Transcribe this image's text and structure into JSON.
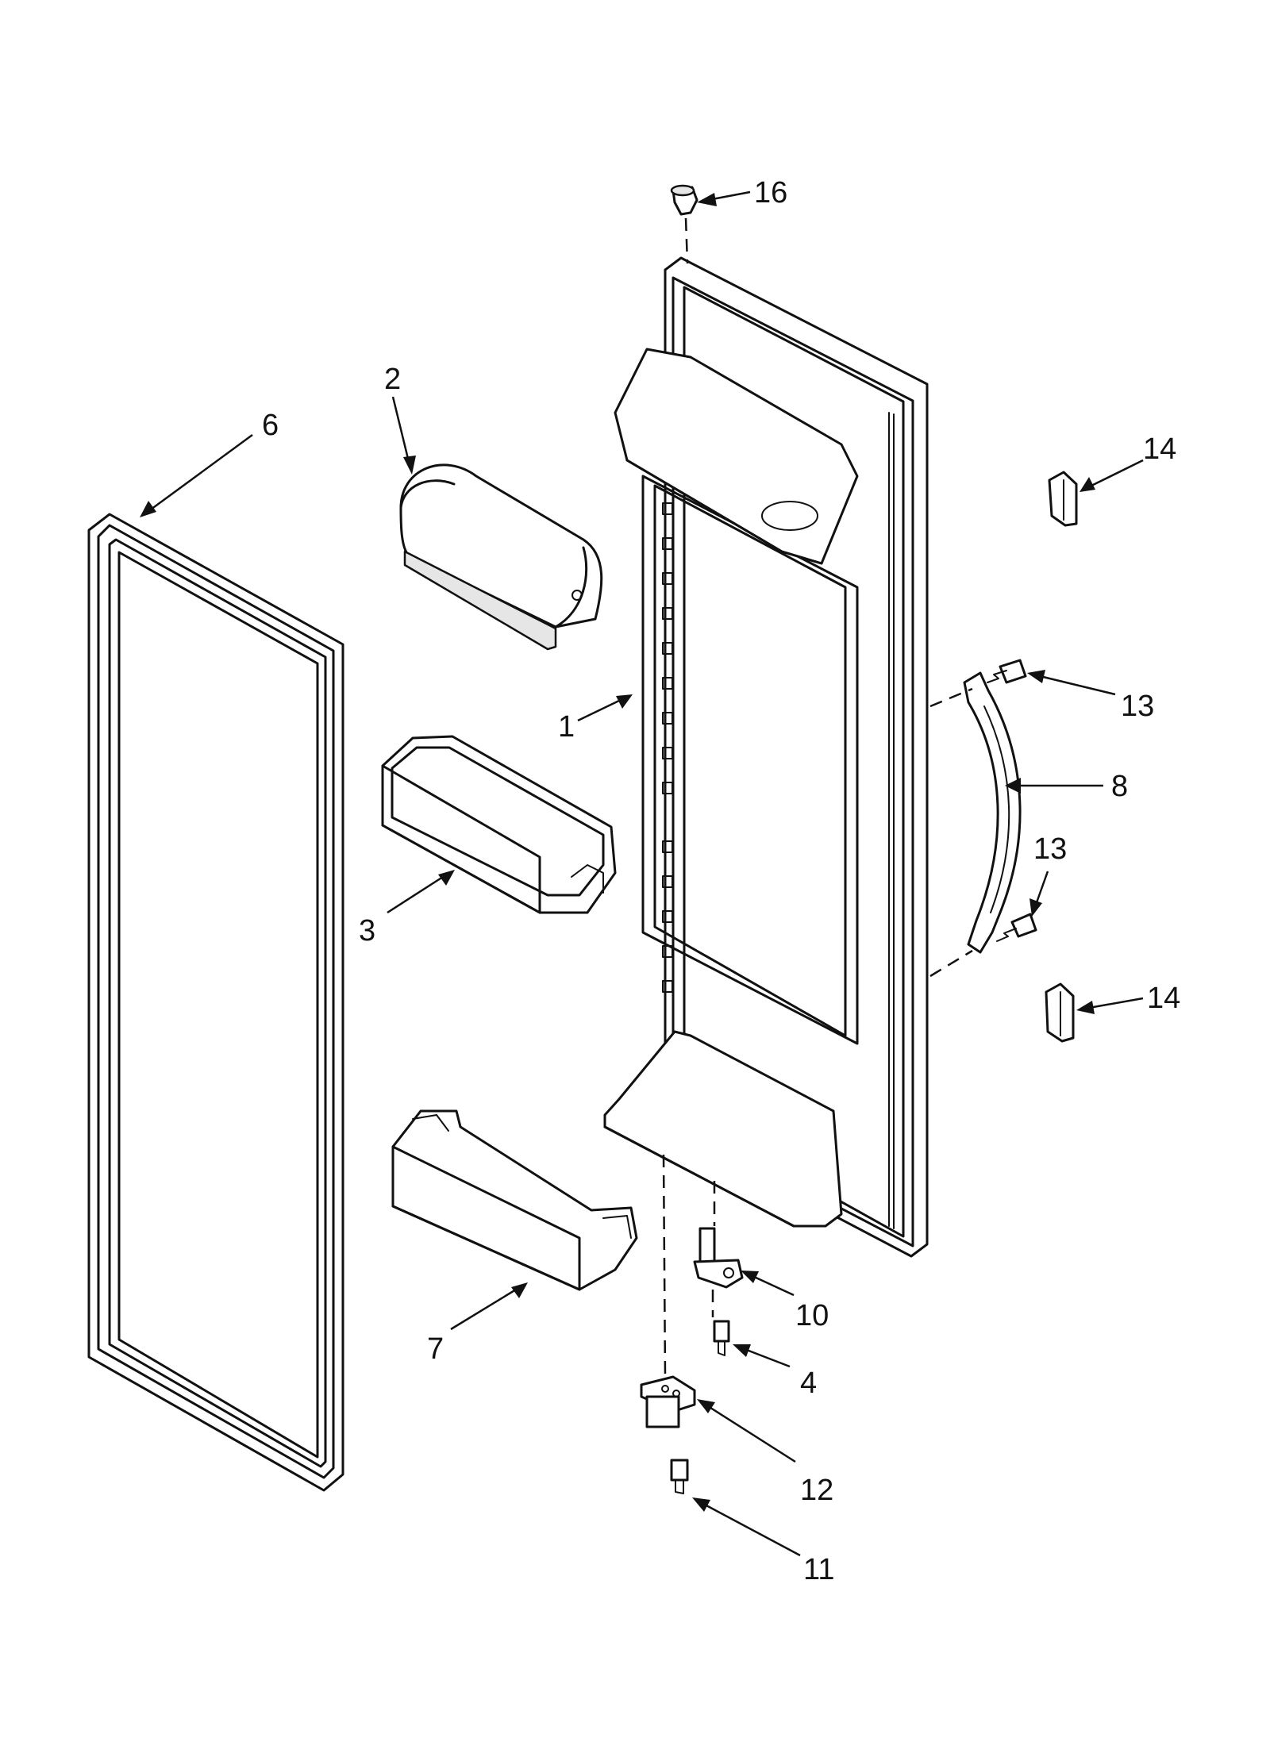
{
  "callouts": [
    {
      "id": "c1",
      "number": "1"
    },
    {
      "id": "c2",
      "number": "2"
    },
    {
      "id": "c3",
      "number": "3"
    },
    {
      "id": "c4",
      "number": "4"
    },
    {
      "id": "c6",
      "number": "6"
    },
    {
      "id": "c7",
      "number": "7"
    },
    {
      "id": "c8",
      "number": "8"
    },
    {
      "id": "c10",
      "number": "10"
    },
    {
      "id": "c11",
      "number": "11"
    },
    {
      "id": "c12",
      "number": "12"
    },
    {
      "id": "c13a",
      "number": "13"
    },
    {
      "id": "c13b",
      "number": "13"
    },
    {
      "id": "c14a",
      "number": "14"
    },
    {
      "id": "c14b",
      "number": "14"
    },
    {
      "id": "c16",
      "number": "16"
    }
  ]
}
